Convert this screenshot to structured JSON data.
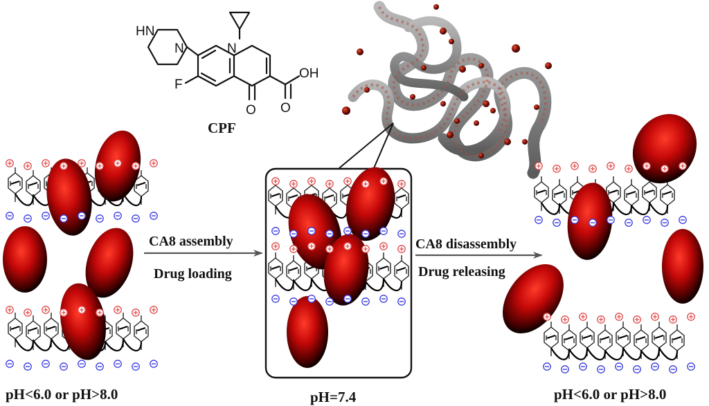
{
  "molecule": {
    "name": "CPF",
    "atoms": {
      "hn": "HN",
      "n_piperazine": "N",
      "n_quinolone": "N",
      "fluorine": "F",
      "oxygen_keto": "O",
      "oxygen_acid": "O",
      "hydroxyl": "OH"
    }
  },
  "left_state": {
    "label": "pH<6.0 or pH>8.0"
  },
  "center_state": {
    "label": "pH=7.4"
  },
  "right_state": {
    "label": "pH<6.0 or pH>8.0"
  },
  "arrow_assembly": {
    "top": "CA8 assembly",
    "bottom": "Drug loading"
  },
  "arrow_disassembly": {
    "top": "CA8 disassembly",
    "bottom": "Drug releasing"
  },
  "colors": {
    "drug_core": "#ff2a1f",
    "drug_mid": "#b00000",
    "drug_edge": "#1a0000",
    "positive_charge": "#e04a4a",
    "negative_charge": "#3a3ae0",
    "fiber": "#8a8a8a"
  }
}
